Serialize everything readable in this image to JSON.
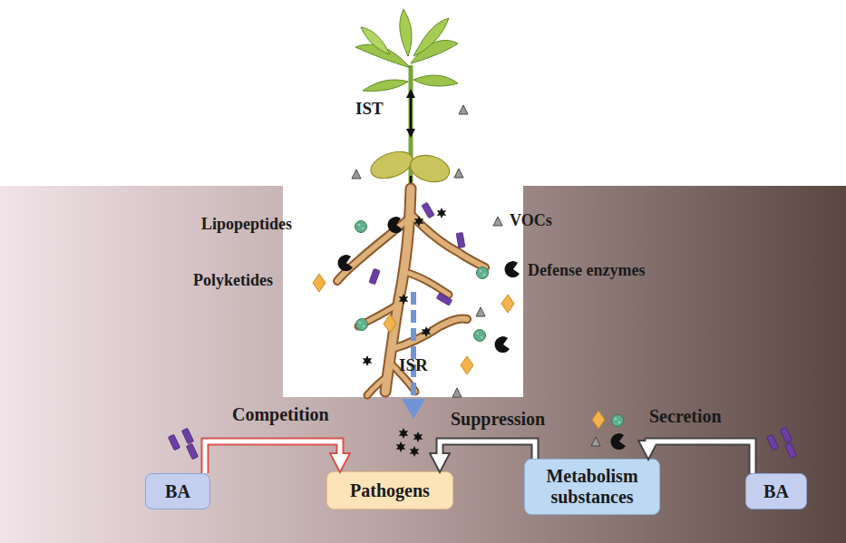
{
  "diagram": {
    "nodes": [
      {
        "text": [
          "BA"
        ]
      },
      {
        "text": [
          "Pathogens"
        ]
      },
      {
        "text": [
          "Metabolism substances"
        ]
      },
      {
        "text": [
          "BA"
        ]
      }
    ],
    "edges": [
      {
        "from": 0,
        "to": 1,
        "arrow": "to",
        "label": "Competition"
      },
      {
        "from": 2,
        "to": 1,
        "arrow": "to",
        "label": "Suppression"
      },
      {
        "from": 3,
        "to": 2,
        "arrow": "to",
        "label": "Secretion"
      }
    ],
    "labels": [
      "IST",
      "Lipopeptides",
      "Polyketides",
      "VOCs",
      "Defense enzymes",
      "ISR"
    ]
  }
}
